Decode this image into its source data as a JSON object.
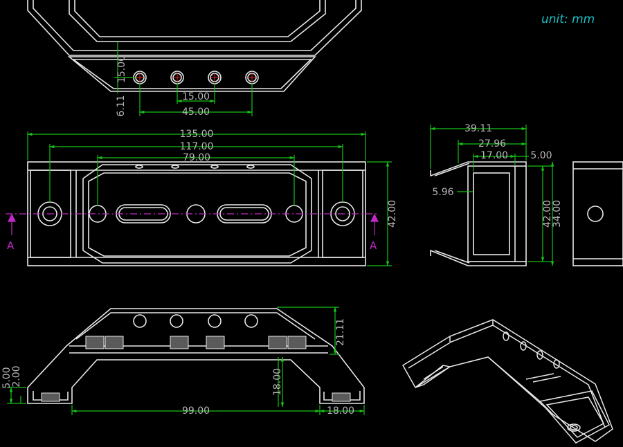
{
  "unit_label": "unit: mm",
  "colors": {
    "background": "#000000",
    "outline": "#e8e8e8",
    "dimension_line": "#16c316",
    "dimension_text": "#b8b8b8",
    "unit_text": "#1bbfc9",
    "section_line": "#c228c8",
    "center_mark": "#e0241f"
  },
  "dimensions": {
    "top_height": "15.00",
    "top_hole_offset": "6.11",
    "top_hole_pitch": "15.00",
    "top_hole_span": "45.00",
    "front_total_length": "135.00",
    "front_outer_hole_span": "117.00",
    "front_inner_hole_span": "79.00",
    "front_height": "42.00",
    "side_total_width": "39.11",
    "side_inner_width": "27.96",
    "side_slot_width": "17.00",
    "side_wall": "5.00",
    "side_offset": "5.96",
    "side_height_outer": "42.00",
    "side_height_inner": "34.00",
    "bottom_flange_thickness": "5.00",
    "bottom_step": "2.00",
    "bottom_base_length": "99.00",
    "bottom_foot_length": "18.00",
    "bottom_rise": "18.00",
    "bottom_total_height": "21.11"
  },
  "section_marker": "A"
}
